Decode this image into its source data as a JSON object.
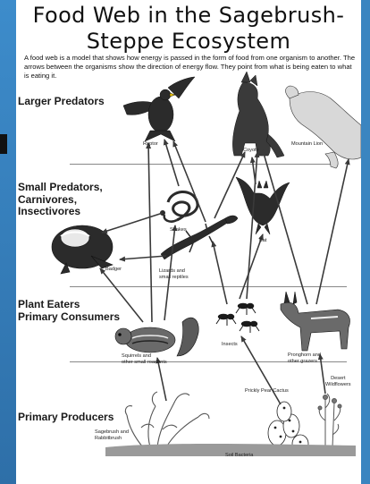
{
  "title_line1": "Food Web in the Sagebrush-",
  "title_line2": "Steppe Ecosystem",
  "intro": "A food web is a model that shows how energy is passed in the form of food from one organism to another. The arrows between the organisms show the direction of energy flow. They point from what is being eaten to what is eating it.",
  "tiers": {
    "larger_predators": "Larger Predators",
    "small_predators_1": "Small Predators,",
    "small_predators_2": "Carnivores,",
    "small_predators_3": "Insectivores",
    "plant_eaters_1": "Plant Eaters",
    "plant_eaters_2": "Primary Consumers",
    "primary_producers": "Primary Producers"
  },
  "organisms": {
    "raptor": "Raptor",
    "coyote": "Coyote",
    "mountain_lion": "Mountain Lion",
    "snakes": "Snakes",
    "bat": "Bat",
    "badger": "Badger",
    "lizards_1": "Lizards and",
    "lizards_2": "small reptiles",
    "insects": "Insects",
    "squirrels_1": "Squirrels and",
    "squirrels_2": "other small roadents",
    "pronghorn_1": "Pronghorn and",
    "pronghorn_2": "other grazers",
    "prickly_pear": "Prickly Pear Cactus",
    "desert_1": "Desert",
    "desert_2": "Wildflowers",
    "sagebrush_1": "Sagebrush and",
    "sagebrush_2": "Rabbitbrush",
    "soil_bacteria": "Soil Bacteria"
  },
  "colors": {
    "frame": "#3a85c0",
    "arrow": "#3a3a3a",
    "silhouette": "#2b2b2b"
  }
}
